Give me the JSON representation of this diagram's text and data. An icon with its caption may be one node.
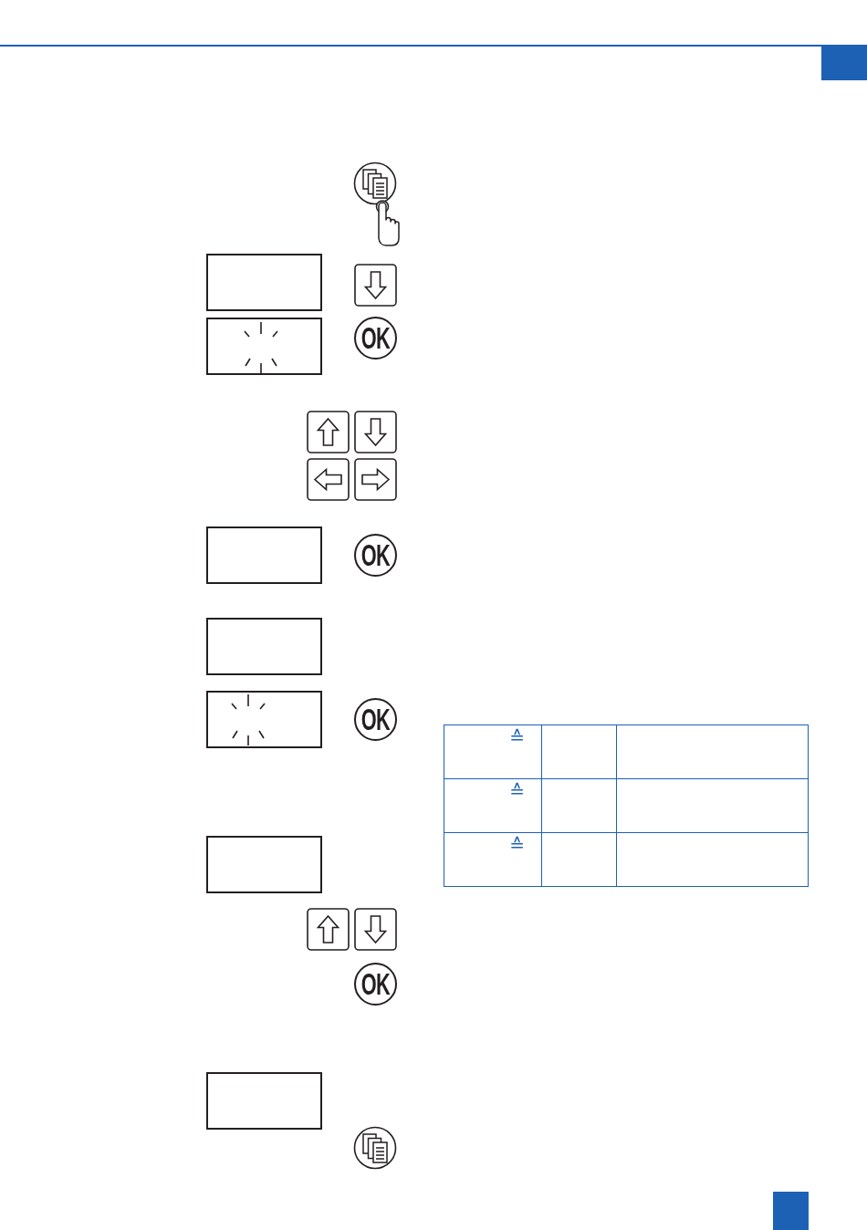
{
  "diagram": {
    "nodes": [
      {
        "text": [],
        "shape": "box"
      },
      {
        "text": [],
        "shape": "box"
      },
      {
        "text": [],
        "shape": "box"
      },
      {
        "text": [],
        "shape": "box"
      },
      {
        "text": [],
        "shape": "box"
      },
      {
        "text": [],
        "shape": "box"
      },
      {
        "text": [],
        "shape": "box"
      }
    ],
    "labels": [
      "OK",
      "OK",
      "OK",
      "≙",
      "≙",
      "≙",
      "OK"
    ]
  }
}
